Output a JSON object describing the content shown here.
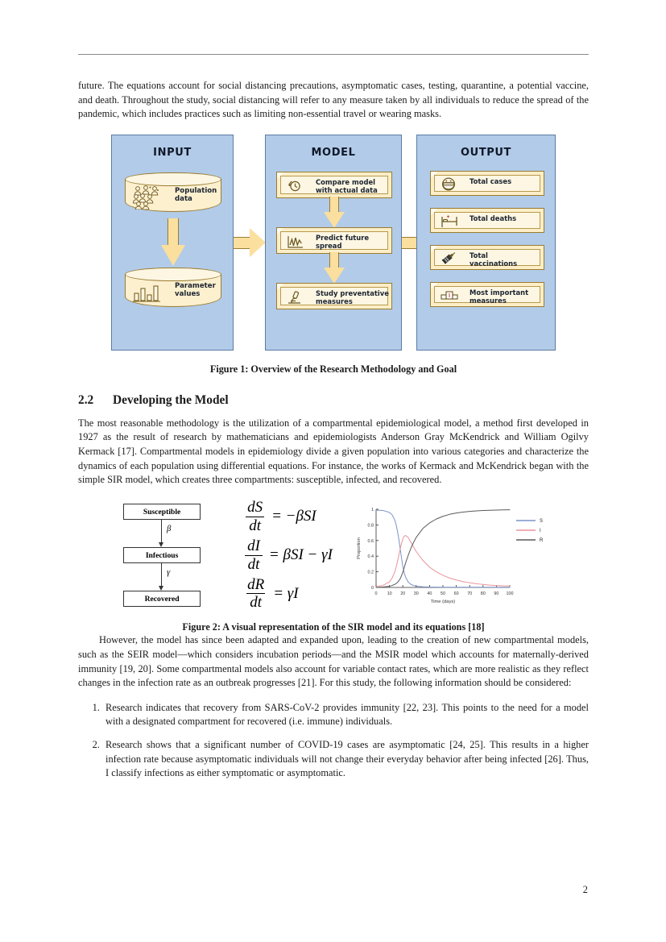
{
  "page": {
    "number": "2",
    "intro_paragraph": "future. The equations account for social distancing precautions, asymptomatic cases, testing, quarantine, a potential vaccine, and death. Throughout the study, social distancing will refer to any measure taken by all individuals to reduce the spread of the pandemic, which includes practices such as limiting non-essential travel or wearing masks."
  },
  "figure1": {
    "caption": "Figure 1: Overview of the Research Methodology and Goal",
    "panels": {
      "input": {
        "title": "INPUT",
        "items": [
          {
            "label": "Population\ndata",
            "icon": "people-crowd-icon"
          },
          {
            "label": "Parameter\nvalues",
            "icon": "bar-chart-icon"
          }
        ]
      },
      "model": {
        "title": "MODEL",
        "items": [
          {
            "label": "Compare model\nwith actual data",
            "icon": "clock-refresh-icon"
          },
          {
            "label": "Predict future\nspread",
            "icon": "line-graph-icon"
          },
          {
            "label": "Study preventative\nmeasures",
            "icon": "microscope-icon"
          }
        ]
      },
      "output": {
        "title": "OUTPUT",
        "items": [
          {
            "label": "Total cases",
            "icon": "face-mask-icon"
          },
          {
            "label": "Total deaths",
            "icon": "hospital-bed-icon"
          },
          {
            "label": "Total\nvaccinations",
            "icon": "syringe-icon"
          },
          {
            "label": "Most important\nmeasures",
            "icon": "podium-icon"
          }
        ]
      }
    },
    "colors": {
      "panel_fill": "#b2cbe8",
      "panel_border": "#5c7ba3",
      "box_fill": "#fdf6e2",
      "box_border": "#9a7c30",
      "arrow_fill": "#fbdf9e"
    }
  },
  "section": {
    "number": "2.2",
    "title": "Developing the Model",
    "paragraph": "The most reasonable methodology is the utilization of a compartmental epidemiological model, a method first developed in 1927 as the result of research by mathematicians and epidemiologists Anderson Gray McKendrick and William Ogilvy Kermack [17]. Compartmental models in epidemiology divide a given population into various categories and characterize the dynamics of each population using differential equations. For instance, the works of Kermack and McKendrick began with the simple SIR model, which creates three compartments: susceptible, infected, and recovered."
  },
  "figure2": {
    "caption": "Figure 2: A visual representation of the SIR model and its equations [18]",
    "compartments": [
      {
        "label": "Susceptible"
      },
      {
        "label": "Infectious"
      },
      {
        "label": "Recovered"
      }
    ],
    "transitions": [
      {
        "symbol": "β"
      },
      {
        "symbol": "γ"
      }
    ],
    "equations": [
      {
        "num": "dS",
        "den": "dt",
        "rhs": "= −βSI"
      },
      {
        "num": "dI",
        "den": "dt",
        "rhs": "= βSI − γI"
      },
      {
        "num": "dR",
        "den": "dt",
        "rhs": "= γI"
      }
    ]
  },
  "chart_data": {
    "type": "line",
    "title": "",
    "xlabel": "Time (days)",
    "ylabel": "Proportion",
    "xlim": [
      0,
      100
    ],
    "ylim": [
      0,
      1
    ],
    "xticks": [
      0,
      10,
      20,
      30,
      40,
      50,
      60,
      70,
      80,
      90,
      100
    ],
    "yticks": [
      0,
      0.2,
      0.4,
      0.6,
      0.8,
      1
    ],
    "grid": false,
    "legend_position": "top-right",
    "x": [
      0,
      5,
      10,
      12,
      14,
      15,
      16,
      17,
      18,
      19,
      20,
      21,
      22,
      24,
      26,
      28,
      30,
      35,
      40,
      45,
      50,
      55,
      60,
      65,
      70,
      75,
      80,
      85,
      90,
      95,
      100
    ],
    "series": [
      {
        "name": "S",
        "color": "#7a93c8",
        "values": [
          0.99,
          0.985,
          0.96,
          0.93,
          0.86,
          0.8,
          0.72,
          0.62,
          0.5,
          0.38,
          0.27,
          0.19,
          0.135,
          0.07,
          0.04,
          0.025,
          0.017,
          0.008,
          0.005,
          0.004,
          0.003,
          0.003,
          0.002,
          0.002,
          0.002,
          0.002,
          0.002,
          0.002,
          0.002,
          0.002,
          0.002
        ]
      },
      {
        "name": "I",
        "color": "#e8949b",
        "values": [
          0.01,
          0.025,
          0.07,
          0.12,
          0.2,
          0.26,
          0.33,
          0.41,
          0.49,
          0.56,
          0.62,
          0.655,
          0.665,
          0.64,
          0.58,
          0.52,
          0.46,
          0.345,
          0.26,
          0.2,
          0.155,
          0.12,
          0.095,
          0.075,
          0.06,
          0.048,
          0.038,
          0.03,
          0.025,
          0.021,
          0.018
        ]
      },
      {
        "name": "R",
        "color": "#5a5a5a",
        "values": [
          0.0,
          0.005,
          0.015,
          0.025,
          0.04,
          0.05,
          0.065,
          0.085,
          0.11,
          0.15,
          0.195,
          0.25,
          0.31,
          0.41,
          0.5,
          0.575,
          0.64,
          0.755,
          0.825,
          0.875,
          0.91,
          0.935,
          0.952,
          0.964,
          0.973,
          0.979,
          0.984,
          0.987,
          0.99,
          0.992,
          0.994
        ]
      }
    ]
  },
  "after_figure2": {
    "paragraph": "However, the model has since been adapted and expanded upon, leading to the creation of new compartmental models, such as the SEIR model—which considers incubation periods—and the MSIR model which accounts for maternally-derived immunity [19, 20]. Some compartmental models also account for variable contact rates, which are more realistic as they reflect changes in the infection rate as an outbreak progresses [21]. For this study, the following information should be considered:",
    "list": [
      "Research indicates that recovery from SARS-CoV-2 provides immunity [22, 23]. This points to the need for a model with a designated compartment for recovered (i.e. immune) individuals.",
      "Research shows that a significant number of COVID-19 cases are asymptomatic [24, 25]. This results in a higher infection rate because asymptomatic individuals will not change their everyday behavior after being infected [26]. Thus, I classify infections as either symptomatic or asymptomatic."
    ]
  }
}
